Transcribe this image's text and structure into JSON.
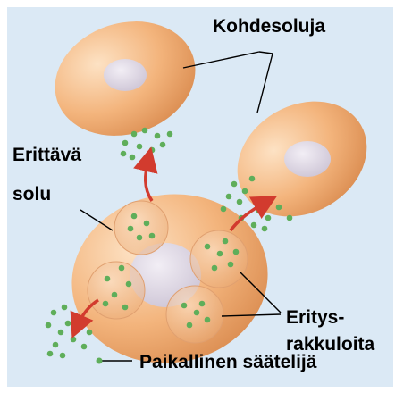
{
  "labels": {
    "target_cells": "Kohdesoluja",
    "secreting_cell_line1": "Erittävä",
    "secreting_cell_line2": "solu",
    "vesicles_line1": "Eritys-",
    "vesicles_line2": "rakkuloita",
    "local_regulator": "Paikallinen säätelijä"
  },
  "colors": {
    "background": "#d9e8f4",
    "cell": "#f2b27a",
    "nucleus": "#d8d0e0",
    "molecule": "#5fae5a",
    "arrow": "#d23b2e"
  }
}
